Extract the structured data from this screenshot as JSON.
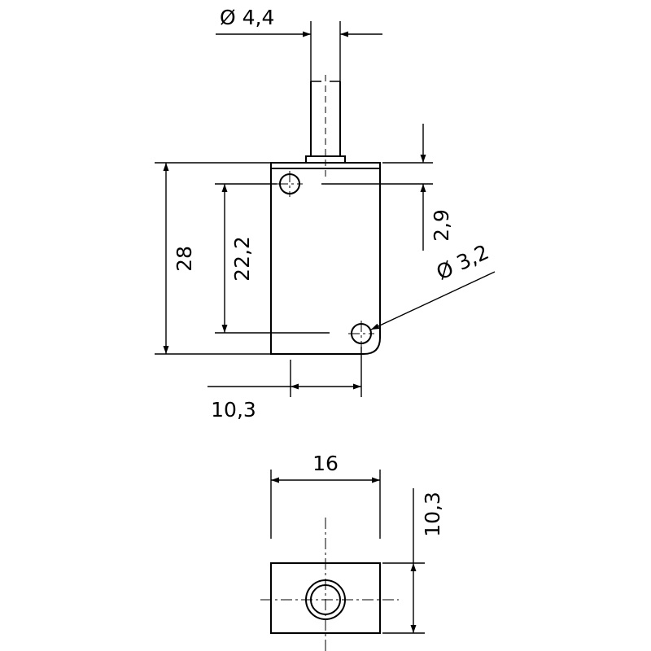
{
  "dimensions": {
    "shaft_diameter": "Ø 4,4",
    "height_total": "28",
    "hole_spacing": "22,2",
    "top_offset": "2,9",
    "hole_diameter": "Ø 3,2",
    "hole_offset_x": "10,3",
    "width": "16",
    "depth": "10,3"
  }
}
